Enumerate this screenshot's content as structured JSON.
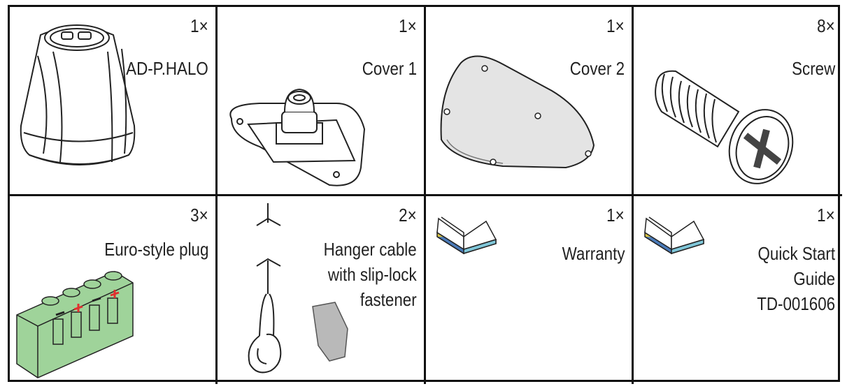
{
  "items": [
    {
      "qty": "1×",
      "lines": [
        "AD-P.HALO"
      ],
      "icon": "speaker-icon"
    },
    {
      "qty": "1×",
      "lines": [
        "Cover 1"
      ],
      "icon": "cover-gland-icon"
    },
    {
      "qty": "1×",
      "lines": [
        "Cover 2"
      ],
      "icon": "cover-plate-icon"
    },
    {
      "qty": "8×",
      "lines": [
        "Screw"
      ],
      "icon": "screw-icon"
    },
    {
      "qty": "3×",
      "lines": [
        "Euro-style plug"
      ],
      "icon": "euro-plug-icon"
    },
    {
      "qty": "2×",
      "lines": [
        "Hanger cable",
        "with slip-lock",
        "fastener"
      ],
      "icon": "hanger-cable-icon"
    },
    {
      "qty": "1×",
      "lines": [
        "Warranty"
      ],
      "icon": "booklet-icon"
    },
    {
      "qty": "1×",
      "lines": [
        "Quick Start",
        "Guide",
        "TD-001606"
      ],
      "icon": "booklet-icon"
    }
  ],
  "colors": {
    "plug_green": "#9fd39a",
    "plus_red": "#e0302f",
    "plate_gray": "#e4e4e4",
    "fastener_gray": "#b9b9b9"
  }
}
